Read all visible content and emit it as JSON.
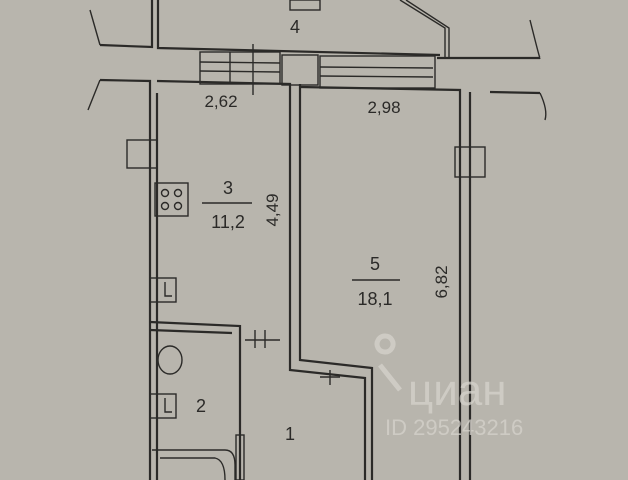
{
  "rooms": [
    {
      "number": "4"
    },
    {
      "number": "3",
      "area": "11,2"
    },
    {
      "number": "5",
      "area": "18,1"
    },
    {
      "number": "2"
    },
    {
      "number": "1"
    }
  ],
  "dimensions": {
    "top_left": "2,62",
    "top_right": "2,98",
    "kitchen_depth": "4,49",
    "room_depth": "6,82"
  },
  "watermark": {
    "brand": "циан",
    "id": "ID 295243216"
  },
  "colors": {
    "paper": "#b8b5ad",
    "ink": "#2b2a28"
  }
}
